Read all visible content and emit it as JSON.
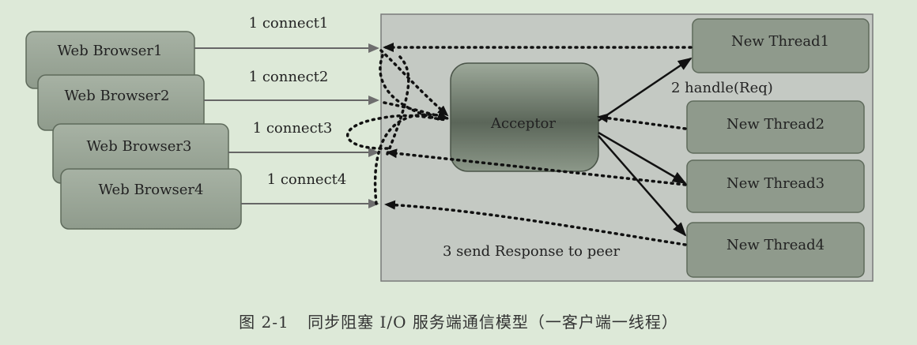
{
  "browsers": [
    "Web Browser1",
    "Web Browser2",
    "Web Browser3",
    "Web Browser4"
  ],
  "connect_labels": [
    "1 connect1",
    "1 connect2",
    "1 connect3",
    "1 connect4"
  ],
  "acceptor": "Acceptor",
  "threads": [
    "New Thread1",
    "New Thread2",
    "New Thread3",
    "New Thread4"
  ],
  "handle_label": "2 handle(Req)",
  "response_label": "3 send Response to peer",
  "caption": {
    "number": "图 2-1",
    "title": "同步阻塞 I/O 服务端通信模型（一客户端一线程）"
  },
  "colors": {
    "background": "#dde9d8",
    "server_panel": "#c4c9c3",
    "box_fill": "#97a494",
    "thread_fill": "#8f9a8c",
    "arrow": "#111111",
    "connect_line": "#666666"
  }
}
